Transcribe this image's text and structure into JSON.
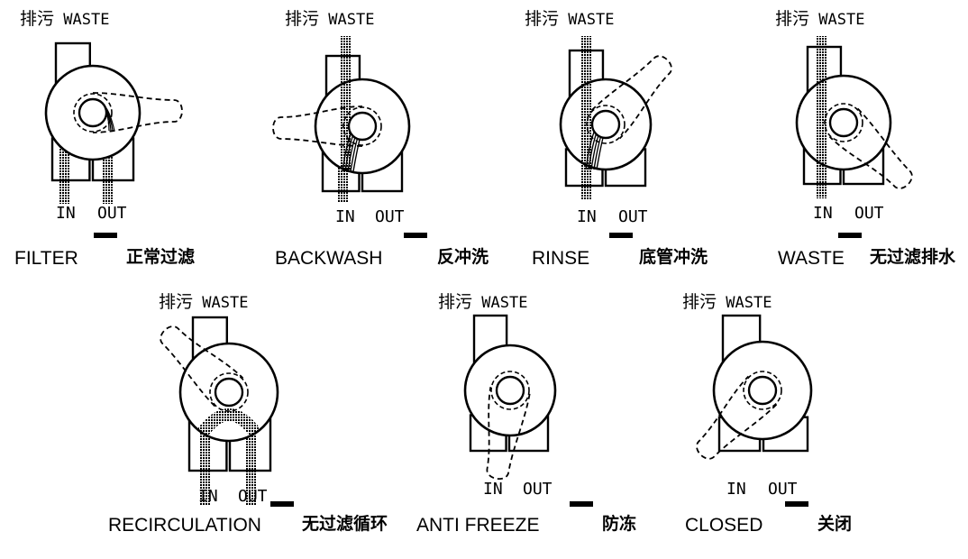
{
  "positions": [
    {
      "id": "filter",
      "waste_zh": "排污",
      "waste_en": "WASTE",
      "in": "IN",
      "out": "OUT",
      "mode": "FILTER",
      "mode_zh": "正常过滤",
      "handle_angle": 0
    },
    {
      "id": "backwash",
      "waste_zh": "排污",
      "waste_en": "WASTE",
      "in": "IN",
      "out": "OUT",
      "mode": "BACKWASH",
      "mode_zh": "反冲洗",
      "handle_angle": 180
    },
    {
      "id": "rinse",
      "waste_zh": "排污",
      "waste_en": "WASTE",
      "in": "IN",
      "out": "OUT",
      "mode": "RINSE",
      "mode_zh": "底管冲洗",
      "handle_angle": -45
    },
    {
      "id": "waste",
      "waste_zh": "排污",
      "waste_en": "WASTE",
      "in": "IN",
      "out": "OUT",
      "mode": "WASTE",
      "mode_zh": "无过滤排水",
      "handle_angle": 45
    },
    {
      "id": "recirculation",
      "waste_zh": "排污",
      "waste_en": "WASTE",
      "in": "IN",
      "out": "OUT",
      "mode": "RECIRCULATION",
      "mode_zh": "无过滤循环",
      "handle_angle": -135
    },
    {
      "id": "anti-freeze",
      "waste_zh": "排污",
      "waste_en": "WASTE",
      "in": "IN",
      "out": "OUT",
      "mode": "ANTI FREEZE",
      "mode_zh": "防冻",
      "handle_angle": 100
    },
    {
      "id": "closed",
      "waste_zh": "排污",
      "waste_en": "WASTE",
      "in": "IN",
      "out": "OUT",
      "mode": "CLOSED",
      "mode_zh": "关闭",
      "handle_angle": 135
    }
  ]
}
